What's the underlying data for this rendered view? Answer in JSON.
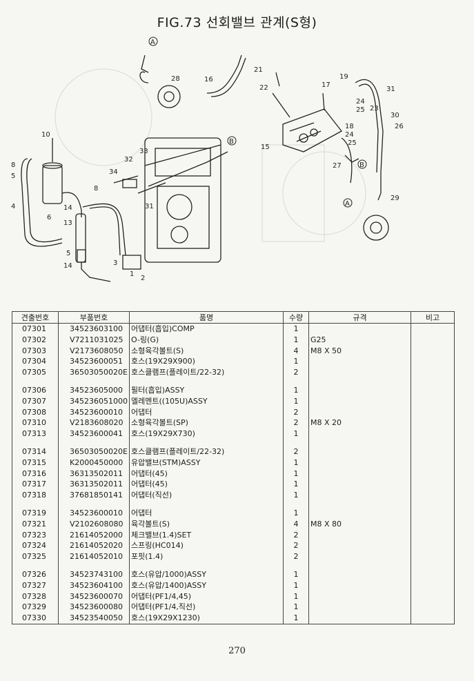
{
  "page": {
    "title": "FIG.73 선회밸브 관계(S형)",
    "page_number": "270"
  },
  "diagram": {
    "callouts": [
      "1",
      "2",
      "3",
      "4",
      "5",
      "5",
      "6",
      "8",
      "8",
      "10",
      "13",
      "14",
      "14",
      "15",
      "16",
      "17",
      "18",
      "19",
      "21",
      "22",
      "23",
      "24",
      "24",
      "25",
      "25",
      "26",
      "27",
      "28",
      "29",
      "30",
      "31",
      "31",
      "32",
      "33",
      "34"
    ],
    "markers": [
      "A",
      "A",
      "B",
      "B"
    ]
  },
  "table": {
    "headers": [
      "견출번호",
      "부품번호",
      "품명",
      "수량",
      "규격",
      "비고"
    ],
    "groups": [
      [
        {
          "no": "07301",
          "part": "34523603100",
          "name": "어댑터(흡입)COMP",
          "qty": "1",
          "spec": ""
        },
        {
          "no": "07302",
          "part": "V7211031025",
          "name": "O-링(G)",
          "qty": "1",
          "spec": "G25"
        },
        {
          "no": "07303",
          "part": "V2173608050",
          "name": "소형육각볼트(S)",
          "qty": "4",
          "spec": "M8 X 50"
        },
        {
          "no": "07304",
          "part": "34523600051",
          "name": "호스(19X29X900)",
          "qty": "1",
          "spec": ""
        },
        {
          "no": "07305",
          "part": "36503050020E",
          "name": "호스클램프(플레이트/22-32)",
          "qty": "2",
          "spec": ""
        }
      ],
      [
        {
          "no": "07306",
          "part": "34523605000",
          "name": "필터(흡입)ASSY",
          "qty": "1",
          "spec": ""
        },
        {
          "no": "07307",
          "part": "345236051000",
          "name": "엘레멘트((105U)ASSY",
          "qty": "1",
          "spec": ""
        },
        {
          "no": "07308",
          "part": "34523600010",
          "name": "어댑터",
          "qty": "2",
          "spec": ""
        },
        {
          "no": "07310",
          "part": "V2183608020",
          "name": "소형육각볼트(SP)",
          "qty": "2",
          "spec": "M8 X 20"
        },
        {
          "no": "07313",
          "part": "34523600041",
          "name": "호스(19X29X730)",
          "qty": "1",
          "spec": ""
        }
      ],
      [
        {
          "no": "07314",
          "part": "36503050020E",
          "name": "호스클램프(플레이트/22-32)",
          "qty": "2",
          "spec": ""
        },
        {
          "no": "07315",
          "part": "K2000450000",
          "name": "유압밸브(STM)ASSY",
          "qty": "1",
          "spec": ""
        },
        {
          "no": "07316",
          "part": "36313502011",
          "name": "어댑터(45)",
          "qty": "1",
          "spec": ""
        },
        {
          "no": "07317",
          "part": "36313502011",
          "name": "어댑터(45)",
          "qty": "1",
          "spec": ""
        },
        {
          "no": "07318",
          "part": "37681850141",
          "name": "어댑터(직선)",
          "qty": "1",
          "spec": ""
        }
      ],
      [
        {
          "no": "07319",
          "part": "34523600010",
          "name": "어댑터",
          "qty": "1",
          "spec": ""
        },
        {
          "no": "07321",
          "part": "V2102608080",
          "name": "육각볼트(S)",
          "qty": "4",
          "spec": "M8 X 80"
        },
        {
          "no": "07323",
          "part": "21614052000",
          "name": "체크밸브(1.4)SET",
          "qty": "2",
          "spec": ""
        },
        {
          "no": "07324",
          "part": "21614052020",
          "name": "스프링(HC014)",
          "qty": "2",
          "spec": ""
        },
        {
          "no": "07325",
          "part": "21614052010",
          "name": "포핏(1.4)",
          "qty": "2",
          "spec": ""
        }
      ],
      [
        {
          "no": "07326",
          "part": "34523743100",
          "name": "호스(유압/1000)ASSY",
          "qty": "1",
          "spec": ""
        },
        {
          "no": "07327",
          "part": "34523604100",
          "name": "호스(유압/1400)ASSY",
          "qty": "1",
          "spec": ""
        },
        {
          "no": "07328",
          "part": "34523600070",
          "name": "어댑터(PF1/4,45)",
          "qty": "1",
          "spec": ""
        },
        {
          "no": "07329",
          "part": "34523600080",
          "name": "어댑터(PF1/4,직선)",
          "qty": "1",
          "spec": ""
        },
        {
          "no": "07330",
          "part": "34523540050",
          "name": "호스(19X29X1230)",
          "qty": "1",
          "spec": ""
        }
      ]
    ]
  }
}
